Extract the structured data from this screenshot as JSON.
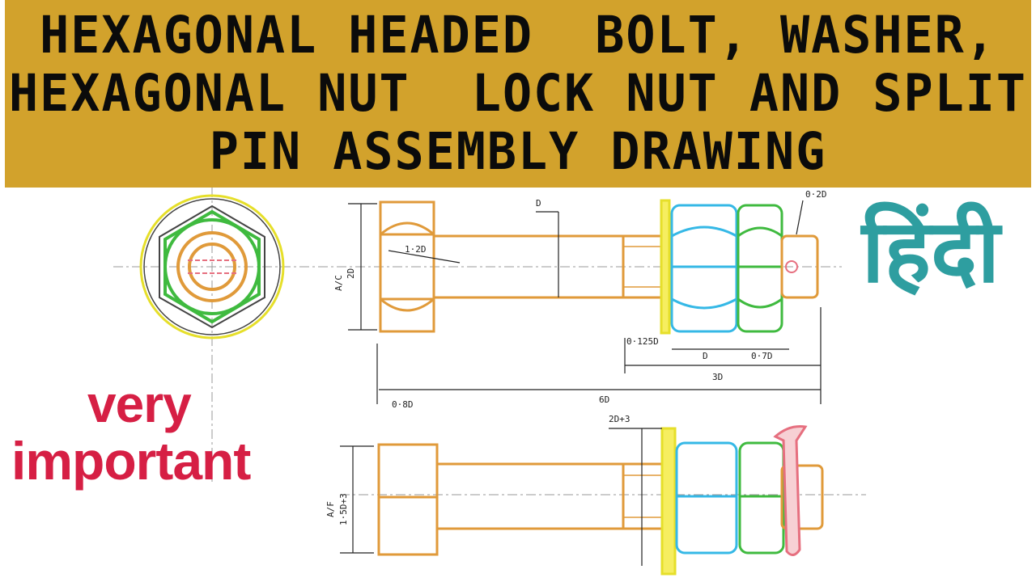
{
  "banner": {
    "line1": "HEXAGONAL HEADED  BOLT, WASHER,",
    "line2": "HEXAGONAL NUT  LOCK NUT AND SPLIT",
    "line3": "PiN ASSEMBLY DRAWiNG"
  },
  "language_label": "हिंदी",
  "callout": {
    "line1": "very",
    "line2": "important"
  },
  "dimensions": {
    "d_top": "D",
    "pin_dia": "0·2D",
    "radius": "1·2D",
    "across_corners": "A/C",
    "across_corners_value": "2D",
    "washer_thk": "0·125D",
    "nut_thk": "D",
    "locknut_thk": "0·7D",
    "three_d": "3D",
    "head_thk": "0·8D",
    "six_d": "6D",
    "washer_dia": "2D+3",
    "across_flats": "A/F",
    "across_flats_value": "1·5D+3"
  },
  "colors": {
    "banner_bg": "#d2a22c",
    "hindi": "#2e9ea0",
    "callout": "#d61f44",
    "bolt": "#e09a3a",
    "nut": "#35b8e6",
    "locknut": "#3fba3f",
    "washer": "#e6df2a",
    "pin": "#e66f7f"
  }
}
